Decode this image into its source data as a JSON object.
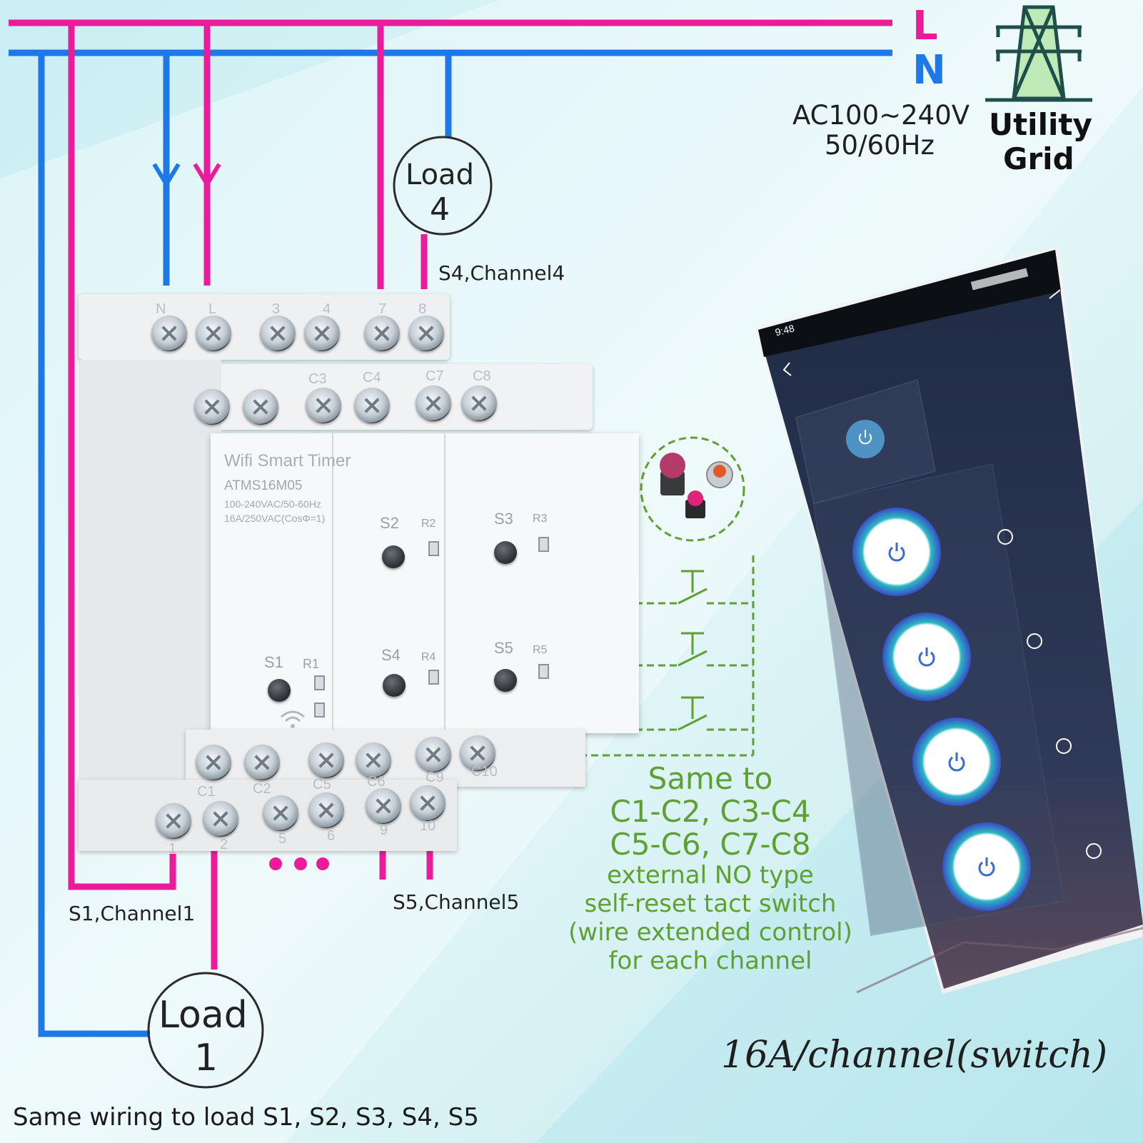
{
  "supply": {
    "line_label": "L",
    "neutral_label": "N",
    "voltage": "AC100~240V",
    "frequency": "50/60Hz",
    "grid_label_1": "Utility",
    "grid_label_2": "Grid"
  },
  "loads": {
    "load4_word": "Load",
    "load4_num": "4",
    "load1_word": "Load",
    "load1_num": "1"
  },
  "channels": {
    "ch4": "S4,Channel4",
    "ch1": "S1,Channel1",
    "ch5": "S5,Channel5"
  },
  "device": {
    "title": "Wifi Smart Timer",
    "model": "ATMS16M05",
    "rating1": "100-240VAC/50-60Hz",
    "rating2": "16A/250VAC(CosΦ=1)",
    "top_terminals": [
      "N",
      "L",
      "3",
      "4",
      "7",
      "8"
    ],
    "upper_terminals": [
      "C3",
      "C4",
      "C7",
      "C8"
    ],
    "lower_terminals": [
      "C1",
      "C2",
      "C5",
      "C6",
      "C9",
      "C10"
    ],
    "bottom_terminals": [
      "1",
      "2",
      "5",
      "6",
      "9",
      "10"
    ],
    "switch_labels": [
      "S1",
      "S2",
      "S3",
      "S4",
      "S5"
    ],
    "relay_labels": [
      "R1",
      "R2",
      "R3",
      "R4",
      "R5"
    ]
  },
  "switch_note": {
    "line1": "Same to",
    "line2": "C1-C2, C3-C4",
    "line3": "C5-C6, C7-C8",
    "line4": "external NO type",
    "line5": "self-reset tact switch",
    "line6": "(wire extended control)",
    "line7": "for each channel"
  },
  "phone": {
    "time": "9:48",
    "main_power_icon": "power-icon",
    "channel_count": 4
  },
  "rating_note": "16A/channel(switch)",
  "footer": "Same wiring to load S1, S2, S3, S4, S5",
  "colors": {
    "live": "#ea1c9b",
    "neutral": "#1f78e8",
    "switch_wire": "#5fa032",
    "phone_bg": "#2a3550"
  }
}
